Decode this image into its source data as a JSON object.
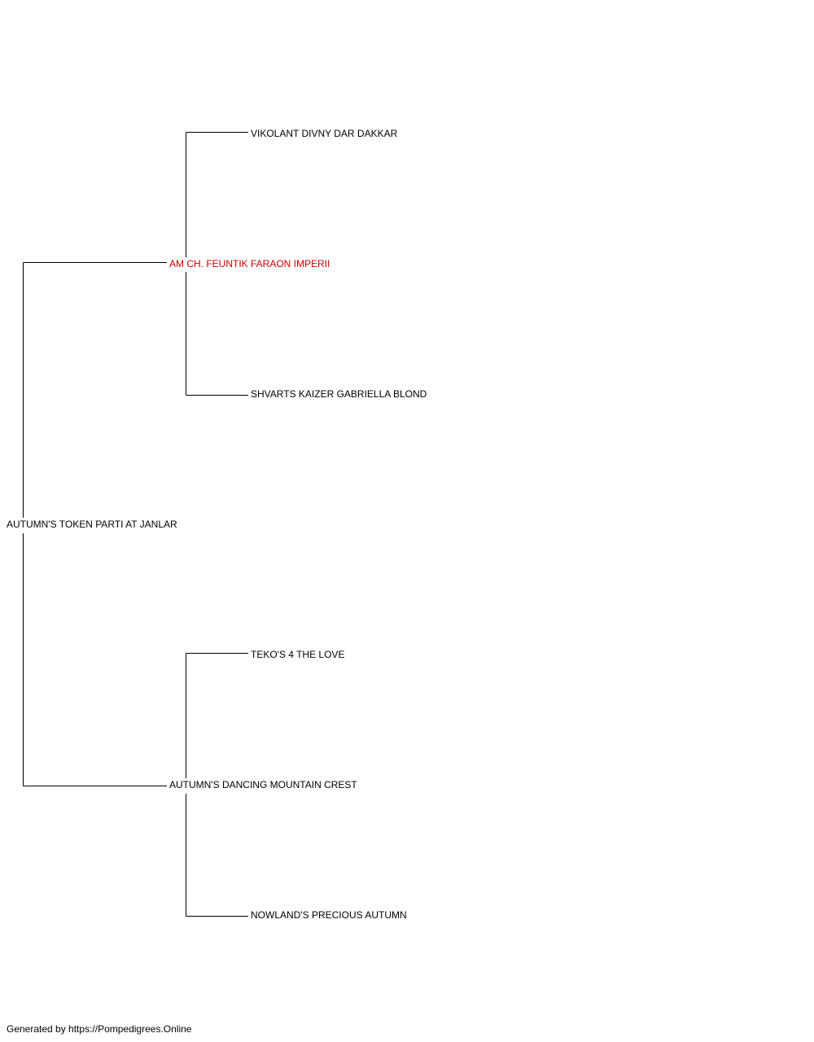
{
  "pedigree": {
    "subject": {
      "name": "AUTUMN'S TOKEN PARTI AT JANLAR"
    },
    "sire": {
      "name": "AM CH. FEUNTIK FARAON IMPERII",
      "color": "#cc0000"
    },
    "dam": {
      "name": "AUTUMN'S DANCING MOUNTAIN CREST"
    },
    "sire_sire": {
      "name": "VIKOLANT DIVNY DAR DAKKAR"
    },
    "sire_dam": {
      "name": "SHVARTS KAIZER GABRIELLA BLOND"
    },
    "dam_sire": {
      "name": "TEKO'S 4 THE LOVE"
    },
    "dam_dam": {
      "name": "NOWLAND'S PRECIOUS AUTUMN"
    }
  },
  "footer": {
    "text": "Generated by https://Pompedigrees.Online"
  }
}
